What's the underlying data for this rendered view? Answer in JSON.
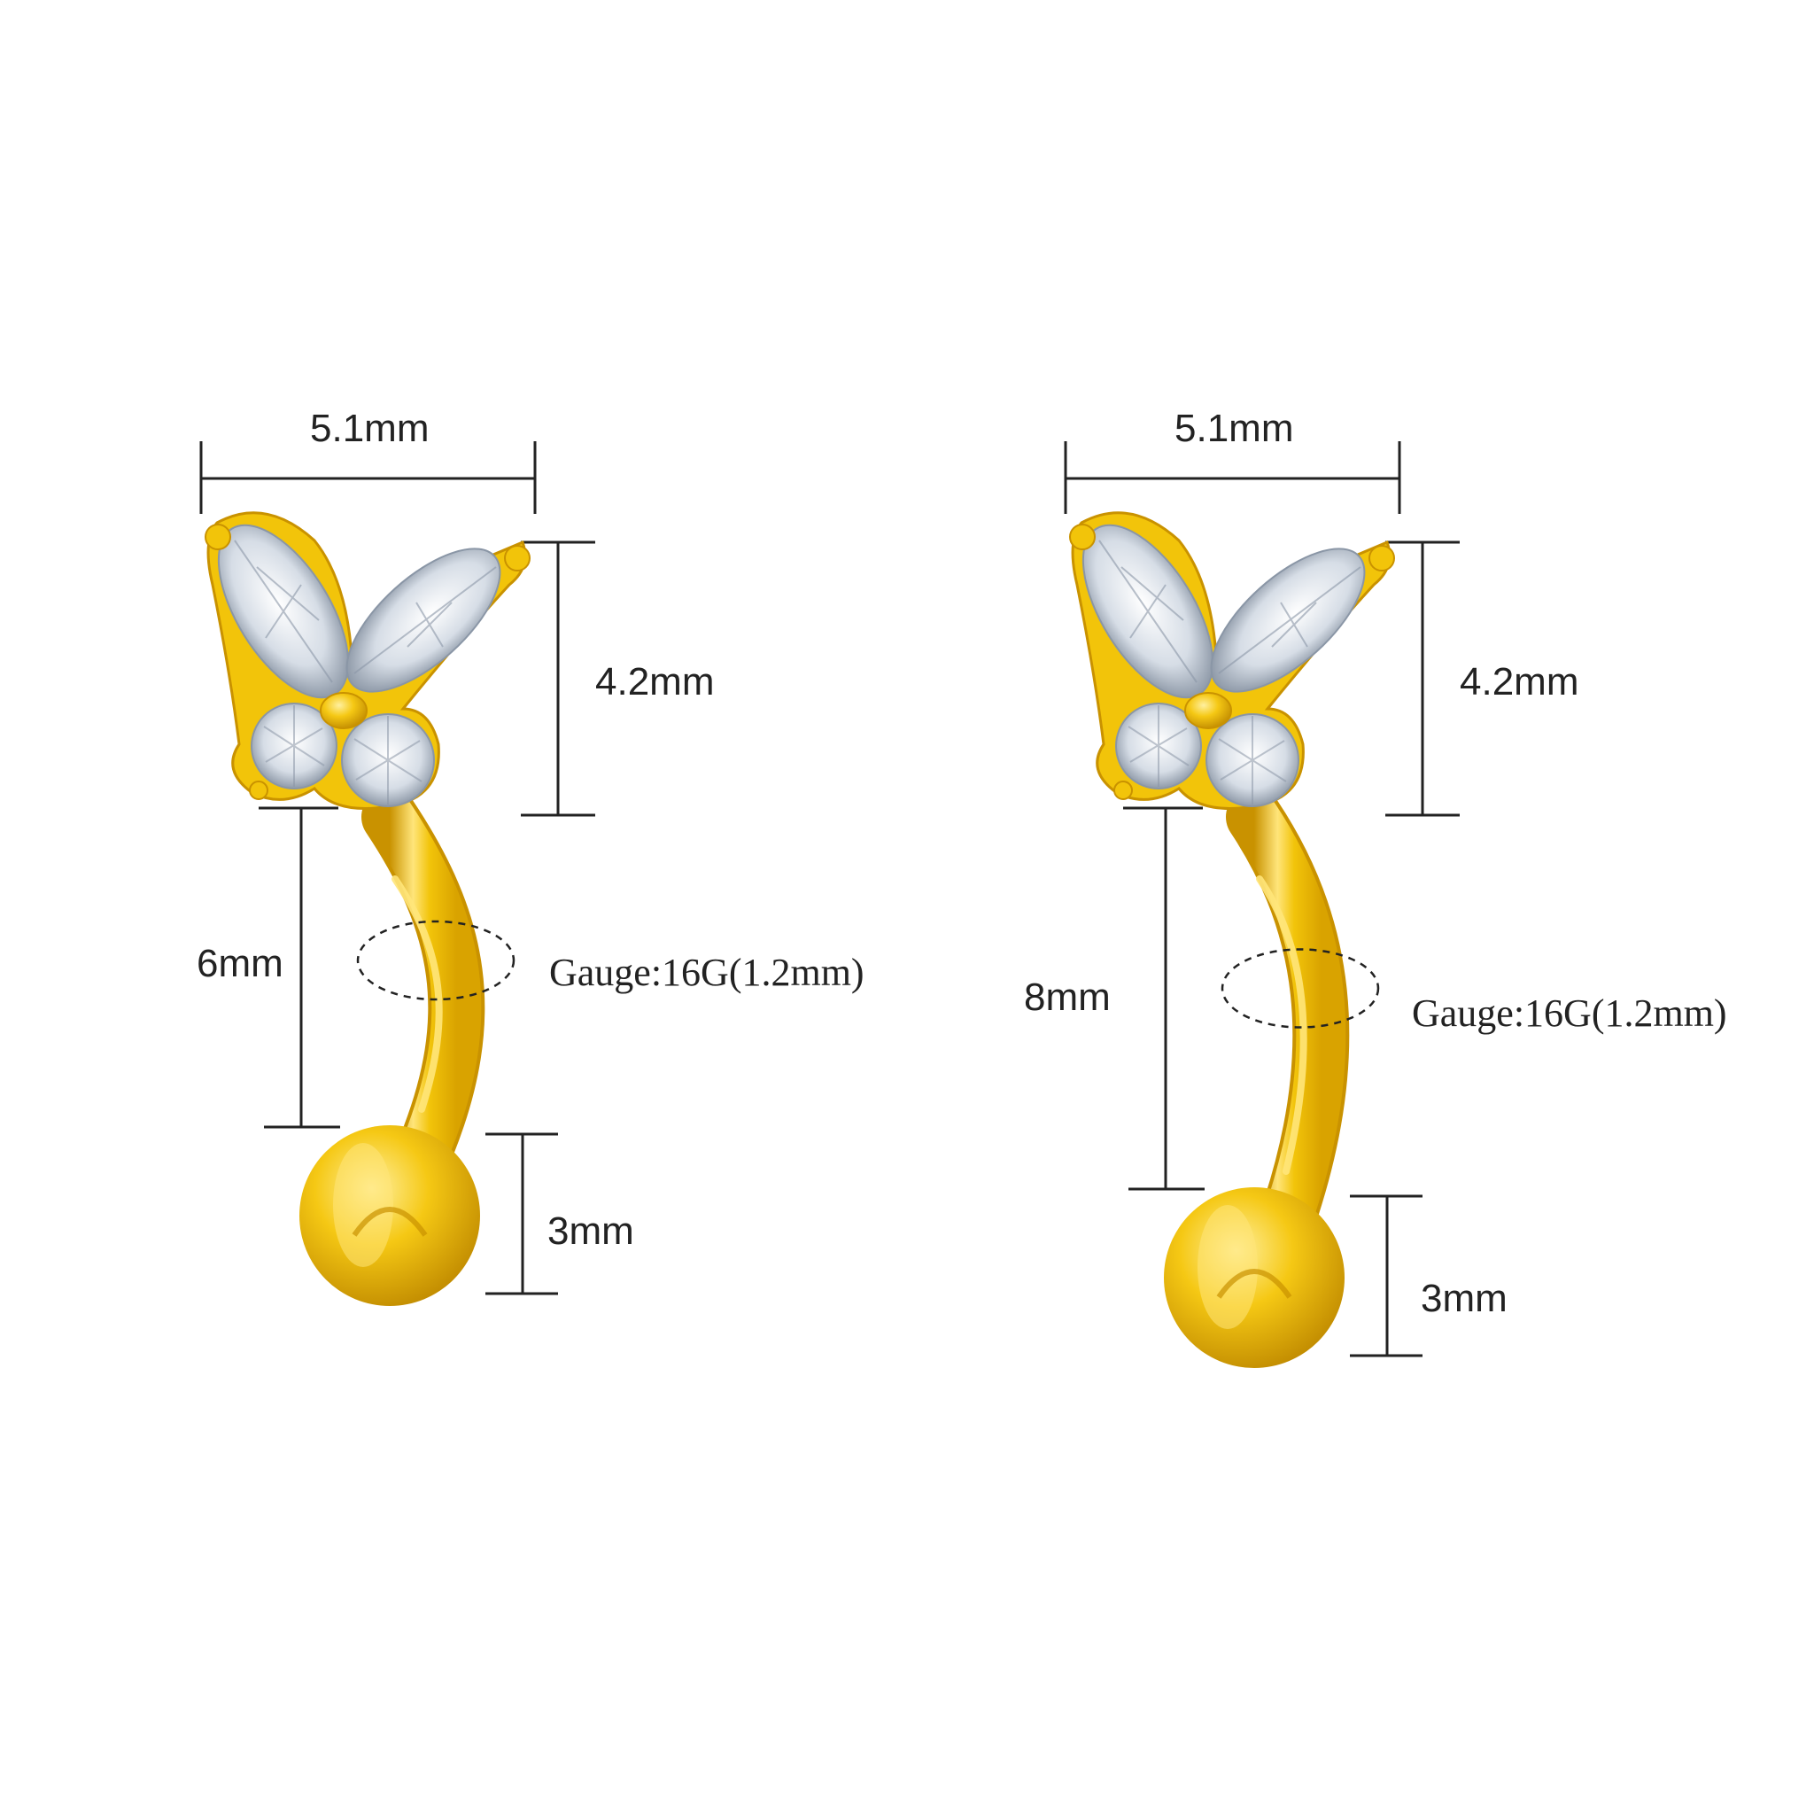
{
  "colors": {
    "gold": "#F2C40A",
    "gold_dark": "#C99200",
    "gold_light": "#FFE57A",
    "line": "#222222",
    "gem": "#E8EEF5",
    "gem_shade": "#8A96A6"
  },
  "products": [
    {
      "width_label": "5.1mm",
      "height_label": "4.2mm",
      "bar_label": "6mm",
      "gauge_label": "Gauge:16G(1.2mm)",
      "ball_label": "3mm"
    },
    {
      "width_label": "5.1mm",
      "height_label": "4.2mm",
      "bar_label": "8mm",
      "gauge_label": "Gauge:16G(1.2mm)",
      "ball_label": "3mm"
    }
  ]
}
